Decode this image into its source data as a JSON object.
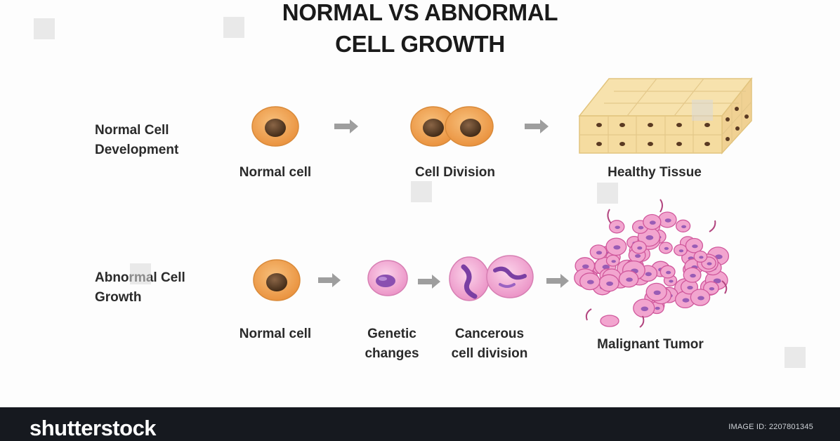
{
  "title_line1": "NORMAL VS ABNORMAL",
  "title_line2": "CELL GROWTH",
  "rows": {
    "normal": {
      "label_line1": "Normal Cell",
      "label_line2": "Development",
      "steps": {
        "cell": "Normal cell",
        "division": "Cell Division",
        "tissue": "Healthy Tissue"
      }
    },
    "abnormal": {
      "label_line1": "Abnormal Cell",
      "label_line2": "Growth",
      "steps": {
        "cell": "Normal cell",
        "genetic_line1": "Genetic",
        "genetic_line2": "changes",
        "cancer_line1": "Cancerous",
        "cancer_line2": "cell division",
        "tumor": "Malignant Tumor"
      }
    }
  },
  "footer": {
    "logo": "shutterstock",
    "image_id": "IMAGE ID: 2207801345"
  },
  "colors": {
    "normal_cell": "#f0a550",
    "nucleus": "#5a3a22",
    "tissue": "#f5dca0",
    "cancer_cell": "#f2a5cf",
    "cancer_nucleus": "#8a4fb0",
    "arrow": "#9e9e9e",
    "footer_bg": "#16191f"
  }
}
